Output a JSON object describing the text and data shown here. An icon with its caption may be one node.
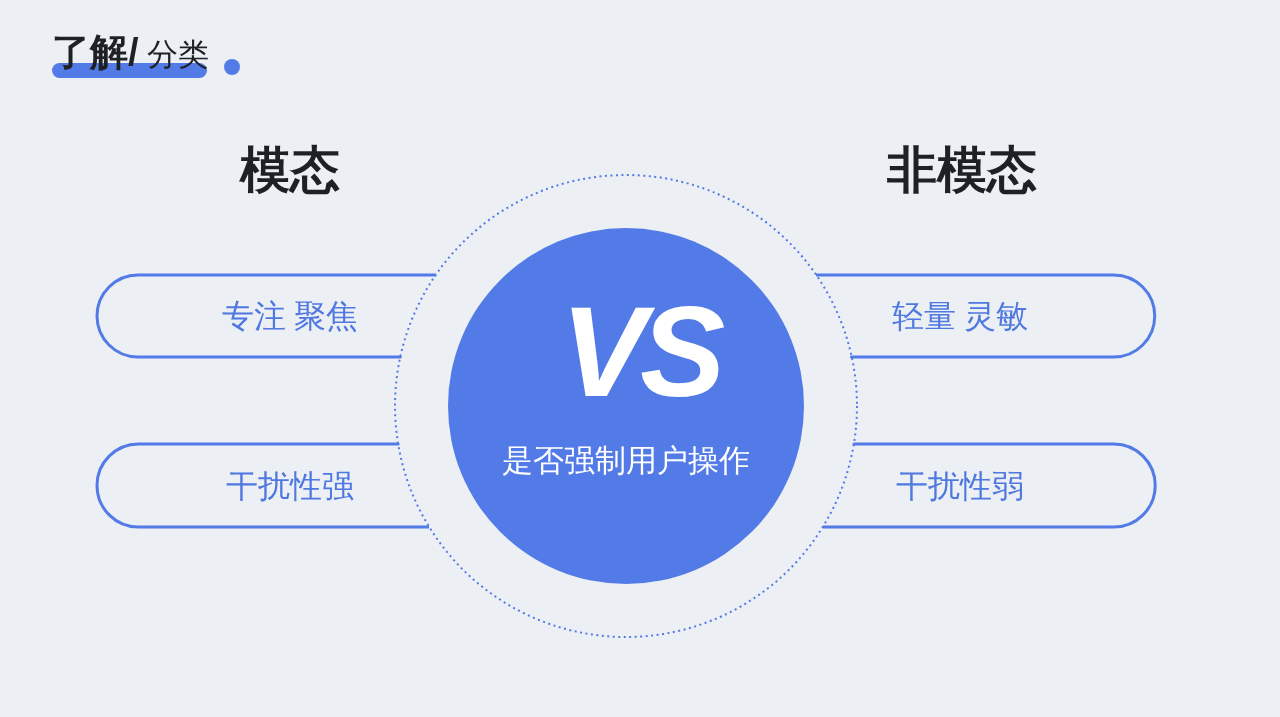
{
  "diagram": {
    "title": "**了解/** 分类",
    "nodes": [
      {
        "text": [
          "专注 聚焦"
        ]
      },
      {
        "text": [
          "轻量 灵敏"
        ]
      },
      {
        "text": [
          "VS",
          "是否强制用户操作"
        ]
      },
      {
        "text": [
          "干扰性强"
        ]
      },
      {
        "text": [
          "干扰性弱"
        ]
      }
    ],
    "labels": [
      "模态",
      "非模态"
    ]
  }
}
